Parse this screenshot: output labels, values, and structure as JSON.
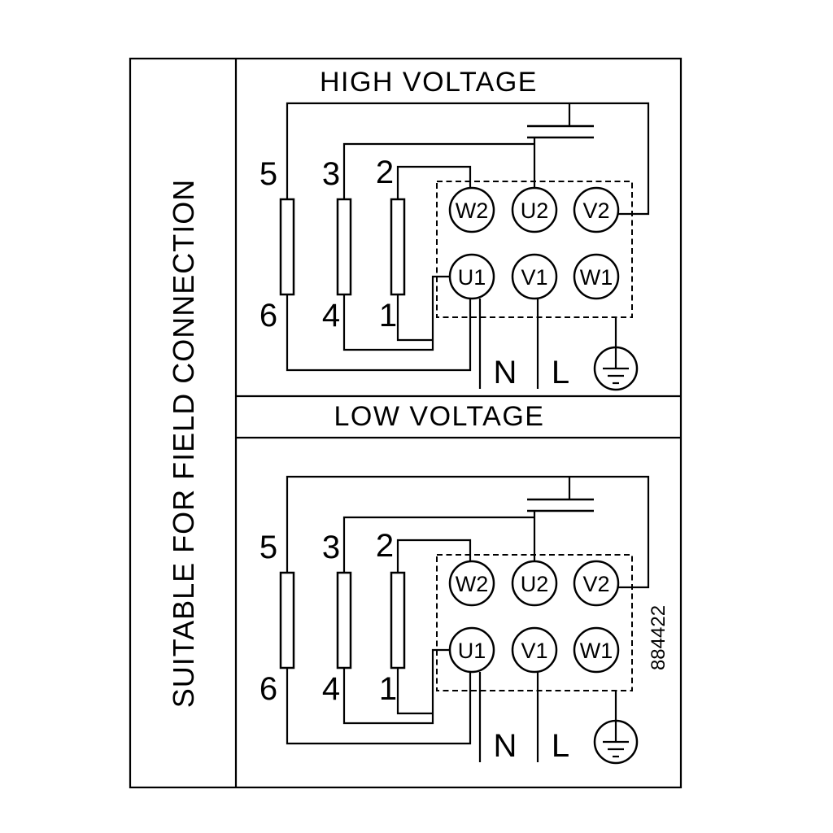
{
  "page": {
    "background": "#ffffff",
    "ink": "#000000"
  },
  "left_panel_label": "SUITABLE FOR FIELD CONNECTION",
  "drawing_number": "884422",
  "sections": [
    {
      "title": "HIGH VOLTAGE",
      "links_top": [
        "5",
        "3",
        "2"
      ],
      "links_bottom": [
        "6",
        "4",
        "1"
      ],
      "terminals_top": [
        "W2",
        "U2",
        "V2"
      ],
      "terminals_bottom": [
        "U1",
        "V1",
        "W1"
      ],
      "supply_neutral": "N",
      "supply_line": "L"
    },
    {
      "title": "LOW VOLTAGE",
      "links_top": [
        "5",
        "3",
        "2"
      ],
      "links_bottom": [
        "6",
        "4",
        "1"
      ],
      "terminals_top": [
        "W2",
        "U2",
        "V2"
      ],
      "terminals_bottom": [
        "U1",
        "V1",
        "W1"
      ],
      "supply_neutral": "N",
      "supply_line": "L"
    }
  ]
}
